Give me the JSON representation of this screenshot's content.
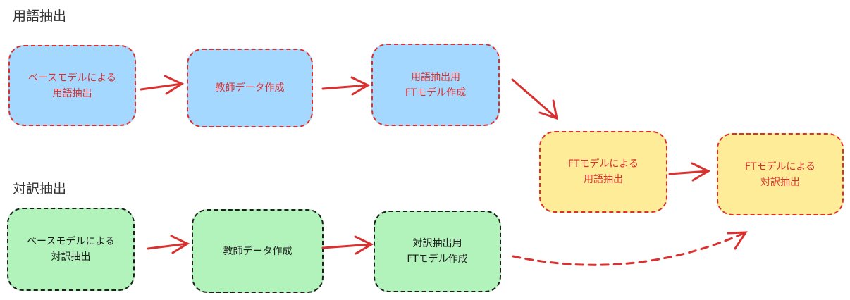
{
  "sections": {
    "term": "用語抽出",
    "pair": "対訳抽出"
  },
  "term_row": [
    {
      "label": "ベースモデルによる\n用語抽出"
    },
    {
      "label": "教師データ作成"
    },
    {
      "label": "用語抽出用\nFTモデル作成"
    }
  ],
  "ft_row": [
    {
      "label": "FTモデルによる\n用語抽出"
    },
    {
      "label": "FTモデルによる\n対訳抽出"
    }
  ],
  "pair_row": [
    {
      "label": "ベースモデルによる\n対訳抽出"
    },
    {
      "label": "教師データ作成"
    },
    {
      "label": "対訳抽出用\nFTモデル作成"
    }
  ],
  "colors": {
    "blue": "#a5d8ff",
    "yellow": "#ffec99",
    "green": "#b2f2bb",
    "red": "#d9312f",
    "black": "#1e1e1e"
  }
}
